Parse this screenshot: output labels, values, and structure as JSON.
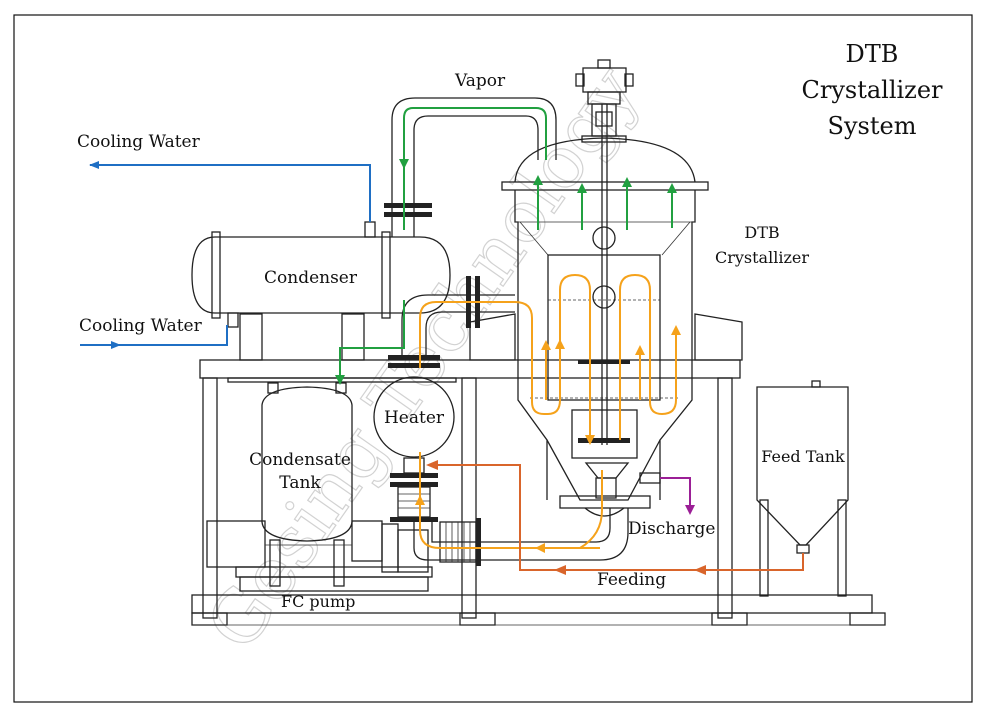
{
  "title": {
    "line1": "DTB",
    "line2": "Crystallizer",
    "line3": "System"
  },
  "watermark": "Gesing Technology",
  "labels": {
    "vapor": "Vapor",
    "cooling_water_out": "Cooling Water",
    "cooling_water_in": "Cooling Water",
    "condenser": "Condenser",
    "dtb_line1": "DTB",
    "dtb_line2": "Crystallizer",
    "heater": "Heater",
    "condensate_line1": "Condensate",
    "condensate_line2": "Tank",
    "feed_tank": "Feed Tank",
    "discharge": "Discharge",
    "feeding": "Feeding",
    "fc_pump": "FC pump"
  },
  "flow_colors": {
    "cooling_water": "#1f6fc4",
    "vapor": "#21a040",
    "circulation": "#f5a21b",
    "feeding": "#d9652b",
    "discharge": "#9b1f96",
    "outline": "#222222"
  }
}
